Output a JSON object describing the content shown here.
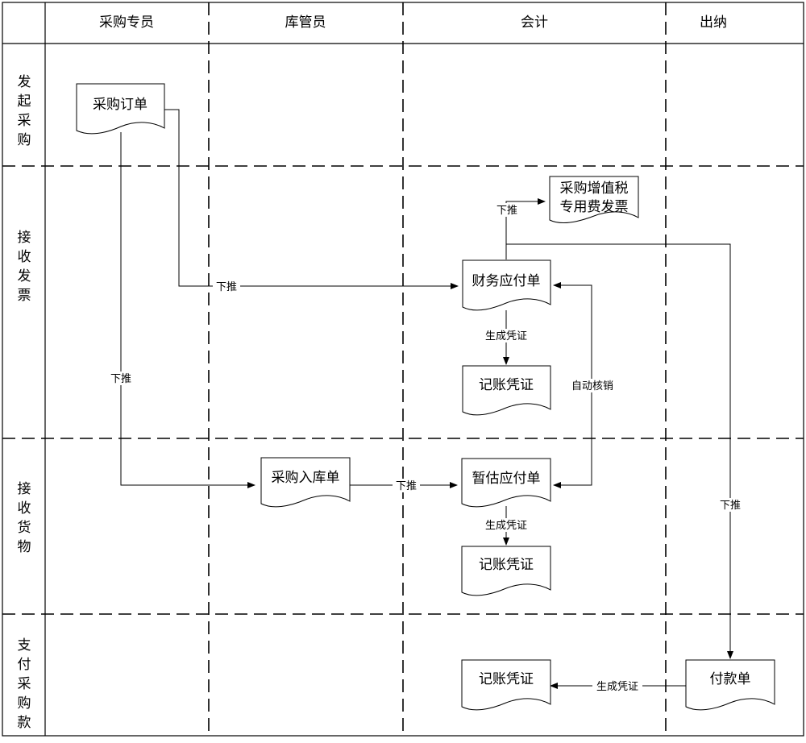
{
  "columns": [
    "采购专员",
    "库管员",
    "会计",
    "出纳"
  ],
  "lanes": [
    [
      "发",
      "起",
      "采",
      "购"
    ],
    [
      "接",
      "收",
      "发",
      "票"
    ],
    [
      "接",
      "收",
      "货",
      "物"
    ],
    [
      "支",
      "付",
      "采",
      "购",
      "款"
    ]
  ],
  "documents": {
    "purchase_order": "采购订单",
    "vat_invoice_line1": "采购增值税",
    "vat_invoice_line2": "专用费发票",
    "payable": "财务应付单",
    "voucher_1": "记账凭证",
    "receipt": "采购入库单",
    "estimated_payable": "暂估应付单",
    "voucher_2": "记账凭证",
    "payment": "付款单",
    "voucher_3": "记账凭证"
  },
  "edge_labels": {
    "push_invoice": "下推",
    "push_payable": "下推",
    "push_receipt": "下推",
    "push_estimated": "下推",
    "gen_voucher_1": "生成凭证",
    "auto_writeoff": "自动核销",
    "gen_voucher_2": "生成凭证",
    "push_payment": "下推",
    "gen_voucher_3": "生成凭证"
  }
}
